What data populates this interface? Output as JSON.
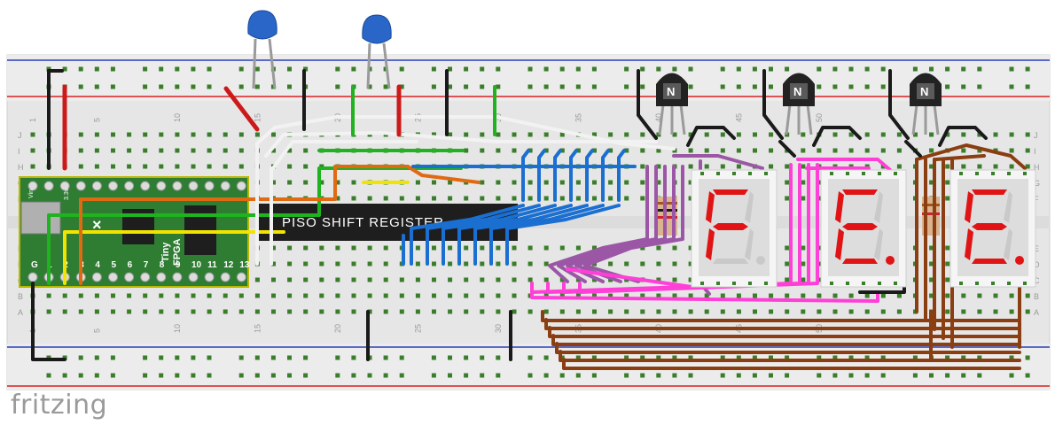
{
  "brand": "fritzing",
  "board": {
    "row_labels_top": [
      "J",
      "I",
      "H",
      "G",
      "F"
    ],
    "row_labels_bottom": [
      "E",
      "D",
      "C",
      "B",
      "A"
    ],
    "column_numbers": [
      "1",
      "5",
      "10",
      "15",
      "20",
      "25",
      "30",
      "35",
      "40",
      "45",
      "50"
    ]
  },
  "fpga": {
    "name_line1": "Tiny",
    "name_line2": "FPGA",
    "pin_bottom_labels": [
      "G",
      "1",
      "2",
      "3",
      "4",
      "5",
      "6",
      "7",
      "8",
      "9",
      "10",
      "11",
      "12",
      "13"
    ],
    "vcc_label": "3.3v",
    "vin_label": "Vin",
    "g_label": "G"
  },
  "shift_register": {
    "label": "PISO SHIFT REGISTER"
  },
  "transistors": [
    {
      "label": "N"
    },
    {
      "label": "N"
    },
    {
      "label": "N"
    }
  ],
  "displays": [
    {
      "character": "F"
    },
    {
      "character": "E."
    },
    {
      "character": "E."
    }
  ],
  "colors": {
    "board": "#e7e7e7",
    "rail_red": "#d62020",
    "rail_blue": "#2b3fb8",
    "fpga_pcb": "#2e7d32",
    "chip": "#1e1e1e",
    "wire_white": "#f2f2f2",
    "wire_green": "#1fb31f",
    "wire_orange": "#e06a12",
    "wire_yellow": "#f2e400",
    "wire_blue": "#1a6fd1",
    "wire_magenta": "#ff3fd8",
    "wire_brown": "#8a3e12",
    "wire_purple": "#9b57a6",
    "wire_black": "#1a1a1a",
    "wire_red": "#cc1a1a",
    "capacitor": "#2a66c7",
    "segment_on": "#e01414",
    "segment_off": "#c9c9c9"
  }
}
